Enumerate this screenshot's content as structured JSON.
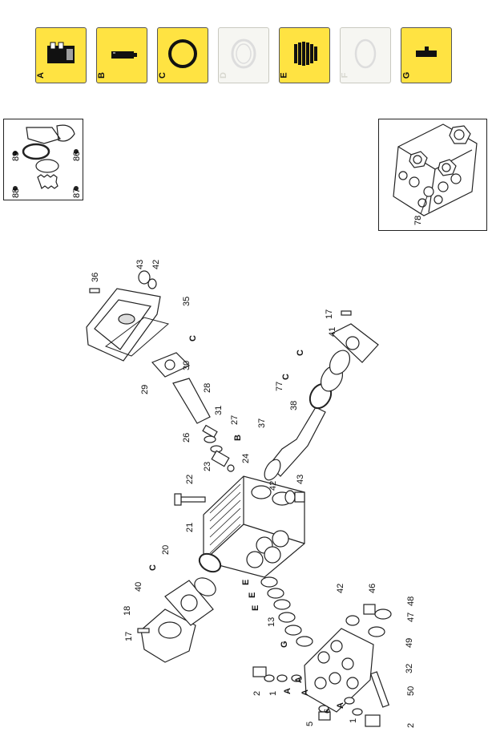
{
  "kits": [
    {
      "letter": "A",
      "active": true,
      "icon": "seal-kit-icon"
    },
    {
      "letter": "B",
      "active": true,
      "icon": "piston-kit-icon"
    },
    {
      "letter": "C",
      "active": true,
      "icon": "o-ring-kit-icon"
    },
    {
      "letter": "D",
      "active": false,
      "icon": "ring-kit-icon"
    },
    {
      "letter": "E",
      "active": true,
      "icon": "packing-kit-icon"
    },
    {
      "letter": "F",
      "active": false,
      "icon": "oval-ring-kit-icon"
    },
    {
      "letter": "G",
      "active": true,
      "icon": "spacer-kit-icon"
    }
  ],
  "inset_left_labels": [
    "89",
    "86",
    "88",
    "87"
  ],
  "inset_right_labels": [
    "78"
  ],
  "part_labels": [
    "36",
    "43",
    "42",
    "35",
    "C",
    "30",
    "29",
    "28",
    "31",
    "27",
    "26",
    "B",
    "23",
    "24",
    "22",
    "21",
    "20",
    "C",
    "40",
    "18",
    "17",
    "42",
    "43",
    "17",
    "41",
    "C",
    "C",
    "77",
    "38",
    "37",
    "E",
    "E",
    "E",
    "13",
    "G",
    "42",
    "46",
    "48",
    "47",
    "49",
    "32",
    "50",
    "2",
    "1",
    "A",
    "A",
    "6",
    "5",
    "A",
    "1",
    "2",
    "A"
  ]
}
